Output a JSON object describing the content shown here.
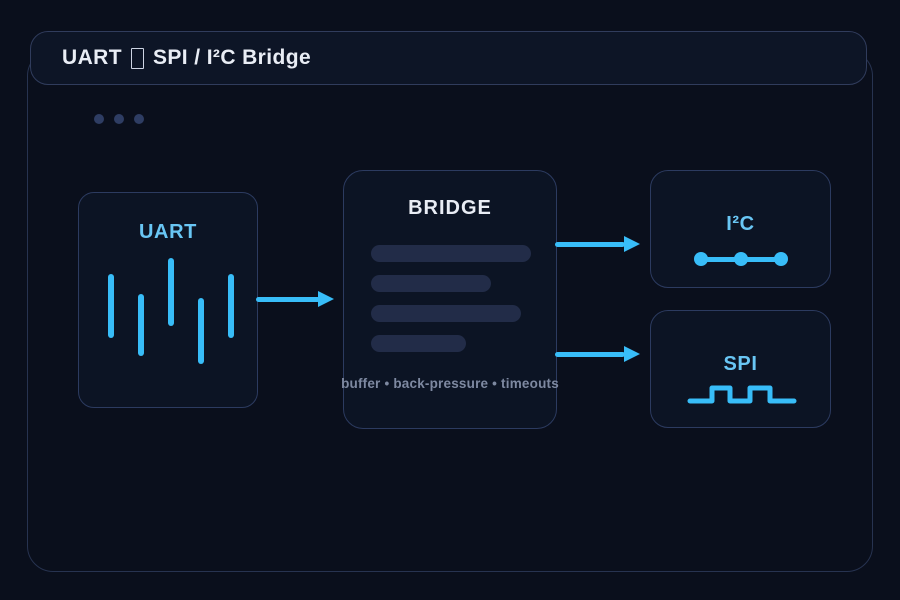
{
  "header": {
    "title_left": "UART",
    "title_right": "SPI / I²C Bridge",
    "glyph_between": "missing-glyph-tofu-box"
  },
  "window_dots": {
    "count": 3,
    "color": "#2e3d63"
  },
  "nodes": {
    "uart": {
      "label": "UART",
      "icon": "uart-waveform-icon"
    },
    "bridge": {
      "label": "BRIDGE",
      "caption": "buffer • back-pressure • timeouts",
      "skeleton_bar_count": 4
    },
    "i2c": {
      "label": "I²C",
      "icon": "i2c-bus-dots-icon"
    },
    "spi": {
      "label": "SPI",
      "icon": "spi-square-wave-icon"
    }
  },
  "edges": [
    {
      "from": "uart",
      "to": "bridge",
      "style": "arrow-right"
    },
    {
      "from": "bridge",
      "to": "i2c",
      "style": "arrow-right"
    },
    {
      "from": "bridge",
      "to": "spi",
      "style": "arrow-right"
    }
  ],
  "colors": {
    "background": "#0a0f1c",
    "titlebar_fill": "#0d1526",
    "box_fill": "#0c1424",
    "border": "#2c3b60",
    "frame_border": "#273350",
    "accent_cyan": "#38bdf8",
    "label_cyan": "#69c6f4",
    "text_light": "#e9edf5",
    "muted_text": "#7e89a1",
    "skeleton_bar": "#222c48"
  }
}
